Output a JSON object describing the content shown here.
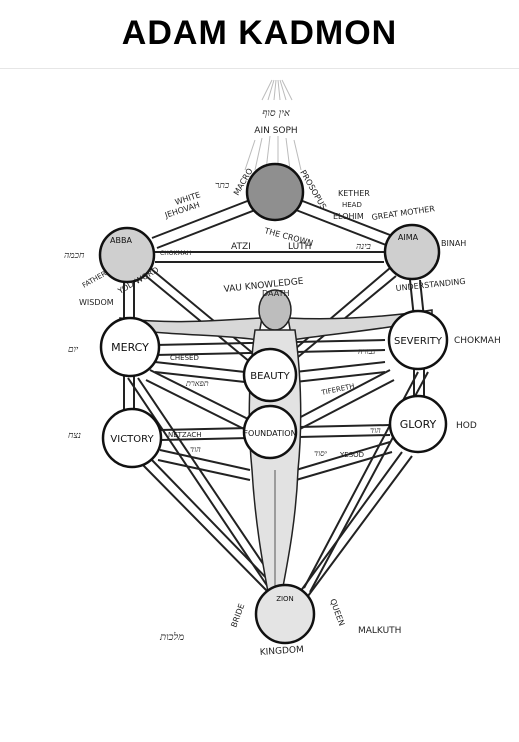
{
  "title": "ADAM KADMON",
  "top": {
    "hebrew": "אין סוף",
    "ain_soph": "AIN SOPH"
  },
  "nodes": {
    "crown": {
      "label_left": "MACRO",
      "label_right": "PROSOPUS",
      "label_below": "THE CROWN"
    },
    "abba": {
      "label": "ABBA"
    },
    "aima": {
      "label": "AIMA"
    },
    "mercy": {
      "label": "MERCY"
    },
    "severity": {
      "label": "SEVERITY"
    },
    "beauty": {
      "label": "BEAUTY"
    },
    "victory": {
      "label": "VICTORY"
    },
    "foundation": {
      "label": "FOUNDATION"
    },
    "glory": {
      "label": "GLORY"
    },
    "zion": {
      "label": "ZION"
    }
  },
  "labels": {
    "keter_heb": "כתר",
    "white_jehovah_1": "WHITE",
    "white_jehovah_2": "JEHOVAH",
    "kether": "KETHER",
    "head": "HEAD",
    "elohim": "ELOHIM",
    "great_mother": "GREAT MOTHER",
    "binah": "BINAH",
    "chokmah_heb": "חכמה",
    "chokmah_small": "CHOKMAH",
    "atzi": "ATZI",
    "luth": "LUTH",
    "binah_heb": "בינה",
    "father": "FATHER",
    "yod_word": "YOD WORD",
    "wisdom": "WISDOM",
    "vau_knowledge": "VAU KNOWLEDGE",
    "daath": "DAATH",
    "understanding": "UNDERSTANDING",
    "yom_heb": "יום",
    "chesed": "CHESED",
    "chokmah_right": "CHOKMAH",
    "gevurah_heb": "גבורה",
    "tiferet_heb": "תפארת",
    "tiferth": "TIFERETH",
    "netzach_heb": "נצח",
    "netzach": "NETZACH",
    "hod_heb": "הוד",
    "hod": "HOD",
    "hod_heb2": "הוד",
    "yesod_heb": "יסוד",
    "yesod": "YESOD",
    "malkuth_heb": "מלכות",
    "bride": "BRIDE",
    "queen": "QUEEN",
    "malkuth": "MALKUTH",
    "kingdom": "KINGDOM"
  },
  "colors": {
    "ink": "#222222",
    "fill": "#ffffff",
    "shade": "#9a9a9a"
  }
}
